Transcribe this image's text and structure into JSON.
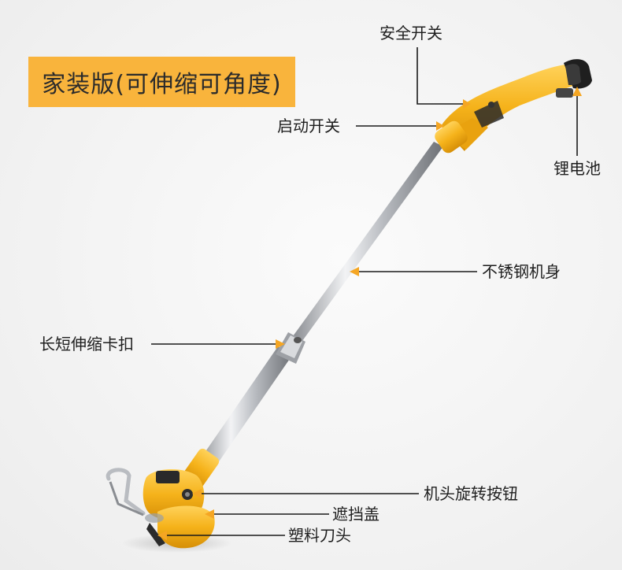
{
  "title": "家装版(可伸缩可角度)",
  "labels": {
    "safety_switch": "安全开关",
    "start_switch": "启动开关",
    "lithium_battery": "锂电池",
    "stainless_body": "不锈钢机身",
    "telescopic_clip": "长短伸缩卡扣",
    "head_rotate_button": "机头旋转按钮",
    "guard_cover": "遮挡盖",
    "plastic_blade": "塑料刀头"
  },
  "colors": {
    "accent": "#f9b43c",
    "tool_yellow": "#f5b21a",
    "arrow": "#f5a623",
    "line": "#1a1a1a"
  }
}
